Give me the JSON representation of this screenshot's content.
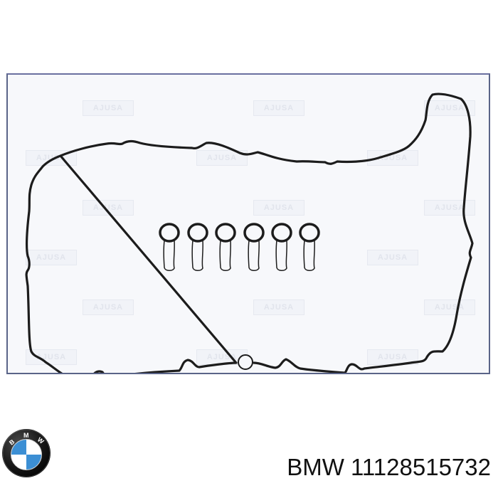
{
  "product": {
    "brand": "BMW",
    "part_number": "11128515732",
    "label": "BMW 11128515732",
    "logo_letters": [
      "B",
      "M",
      "W"
    ],
    "logo_colors": {
      "ring": "#1a1a1a",
      "blue": "#3c8fd4",
      "white": "#ffffff"
    }
  },
  "diagram": {
    "description": "Valve cover gasket set",
    "main_gasket": "cylinder-head-cover-gasket",
    "small_seals_count": 6,
    "watermark_text": "AJUSA",
    "frame_color": "#5a6488",
    "stroke_color": "#1c1c1c"
  }
}
